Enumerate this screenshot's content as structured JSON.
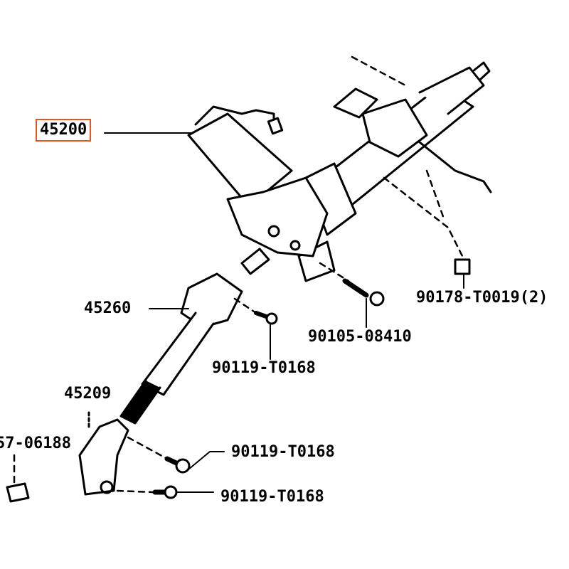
{
  "diagram": {
    "highlight_color": "#e8561e",
    "labels": {
      "main_column": "45200",
      "intermediate_shaft": "45260",
      "lower_joint": "45209",
      "bolt_upper": "90119-T0168",
      "bolt_middle": "90119-T0168",
      "bolt_lower": "90119-T0168",
      "bolt_column": "90105-08410",
      "clip": "90178-T0019(2)",
      "partial_left": "57-06188"
    }
  }
}
